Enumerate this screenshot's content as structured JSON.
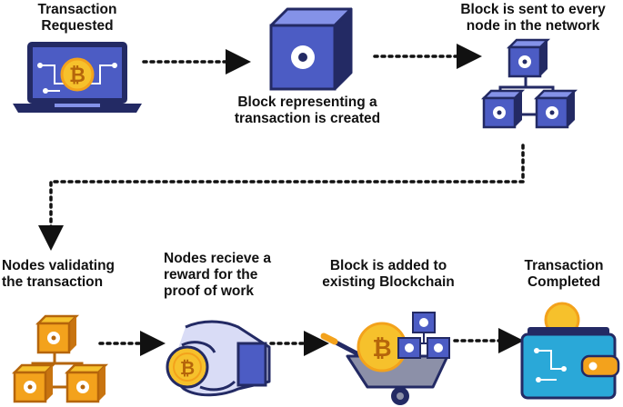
{
  "steps": [
    {
      "id": "transaction-requested",
      "lines": [
        "Transaction",
        "Requested"
      ],
      "icon": "laptop-bitcoin-icon"
    },
    {
      "id": "block-created",
      "lines": [
        "Block representing a",
        "transaction is created"
      ],
      "icon": "cube-block-icon"
    },
    {
      "id": "block-broadcast",
      "lines": [
        "Block is sent to every",
        "node in the network"
      ],
      "icon": "network-blocks-icon"
    },
    {
      "id": "nodes-validating",
      "lines": [
        "Nodes validating",
        "the transaction"
      ],
      "icon": "orange-blocks-icon"
    },
    {
      "id": "nodes-reward",
      "lines": [
        "Nodes recieve a",
        "reward for the",
        "proof of work"
      ],
      "icon": "hand-coin-icon"
    },
    {
      "id": "block-added",
      "lines": [
        "Block is added to",
        "existing Blockchain"
      ],
      "icon": "wheelbarrow-icon"
    },
    {
      "id": "transaction-completed",
      "lines": [
        "Transaction",
        "Completed"
      ],
      "icon": "wallet-icon"
    }
  ],
  "colors": {
    "navy": "#232a64",
    "blue": "#4c5cc4",
    "light_blue": "#8492e8",
    "orange": "#f3a21c",
    "gold": "#f6c12c",
    "teal": "#2aa8d8",
    "connector": "#111111"
  }
}
